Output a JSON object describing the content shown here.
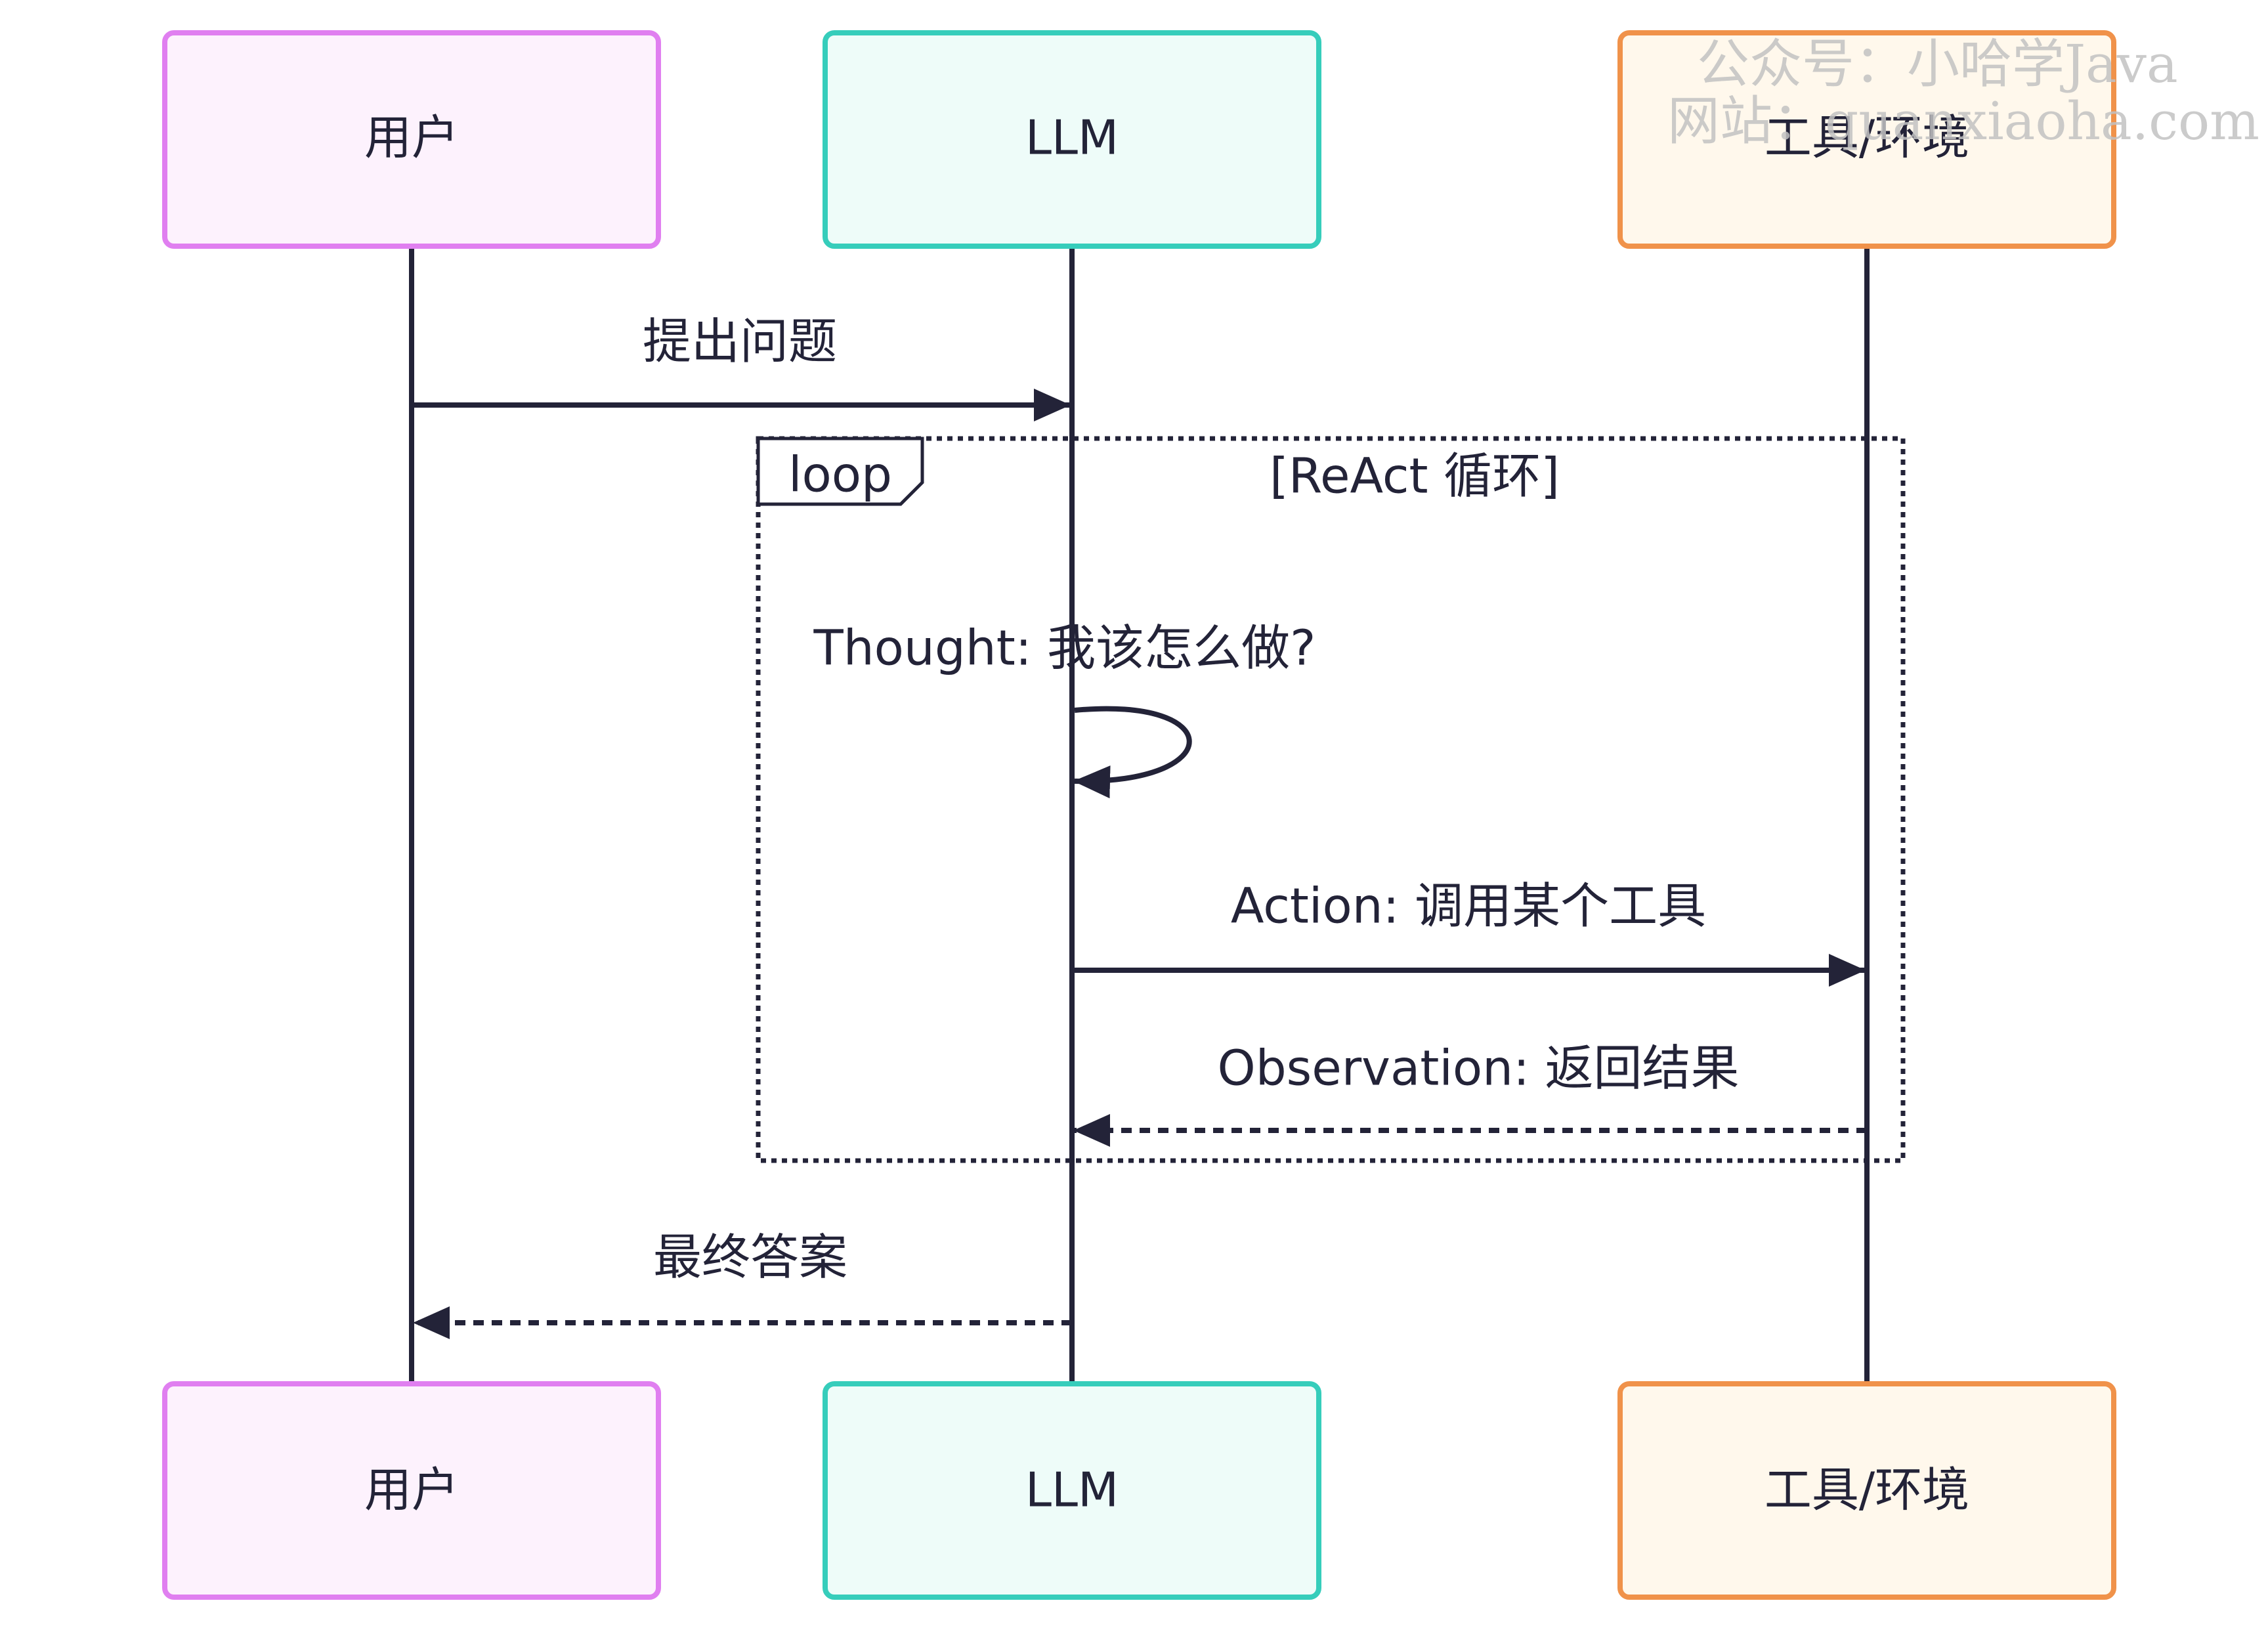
{
  "participants": [
    {
      "id": "user",
      "label": "用户",
      "stroke": "#e07ff0",
      "fill": "#fdf2fd"
    },
    {
      "id": "llm",
      "label": "LLM",
      "stroke": "#36cdbb",
      "fill": "#eefcf9"
    },
    {
      "id": "tool",
      "label": "工具/环境",
      "stroke": "#f0924a",
      "fill": "#fff8ec"
    }
  ],
  "messages": [
    {
      "id": "ask",
      "label": "提出问题",
      "from": "user",
      "to": "llm",
      "style": "solid"
    },
    {
      "id": "thought",
      "label": "Thought: 我该怎么做?",
      "from": "llm",
      "to": "llm",
      "style": "solid"
    },
    {
      "id": "action",
      "label": "Action: 调用某个工具",
      "from": "llm",
      "to": "tool",
      "style": "solid"
    },
    {
      "id": "observation",
      "label": "Observation: 返回结果",
      "from": "tool",
      "to": "llm",
      "style": "dashed"
    },
    {
      "id": "answer",
      "label": "最终答案",
      "from": "llm",
      "to": "user",
      "style": "dashed"
    }
  ],
  "loop": {
    "tag": "loop",
    "title": "[ReAct 循环]"
  },
  "watermark": {
    "line1": "公众号：小哈学Java",
    "line2": "网站：quanxiaoha.com"
  },
  "colors": {
    "line": "#232338"
  }
}
